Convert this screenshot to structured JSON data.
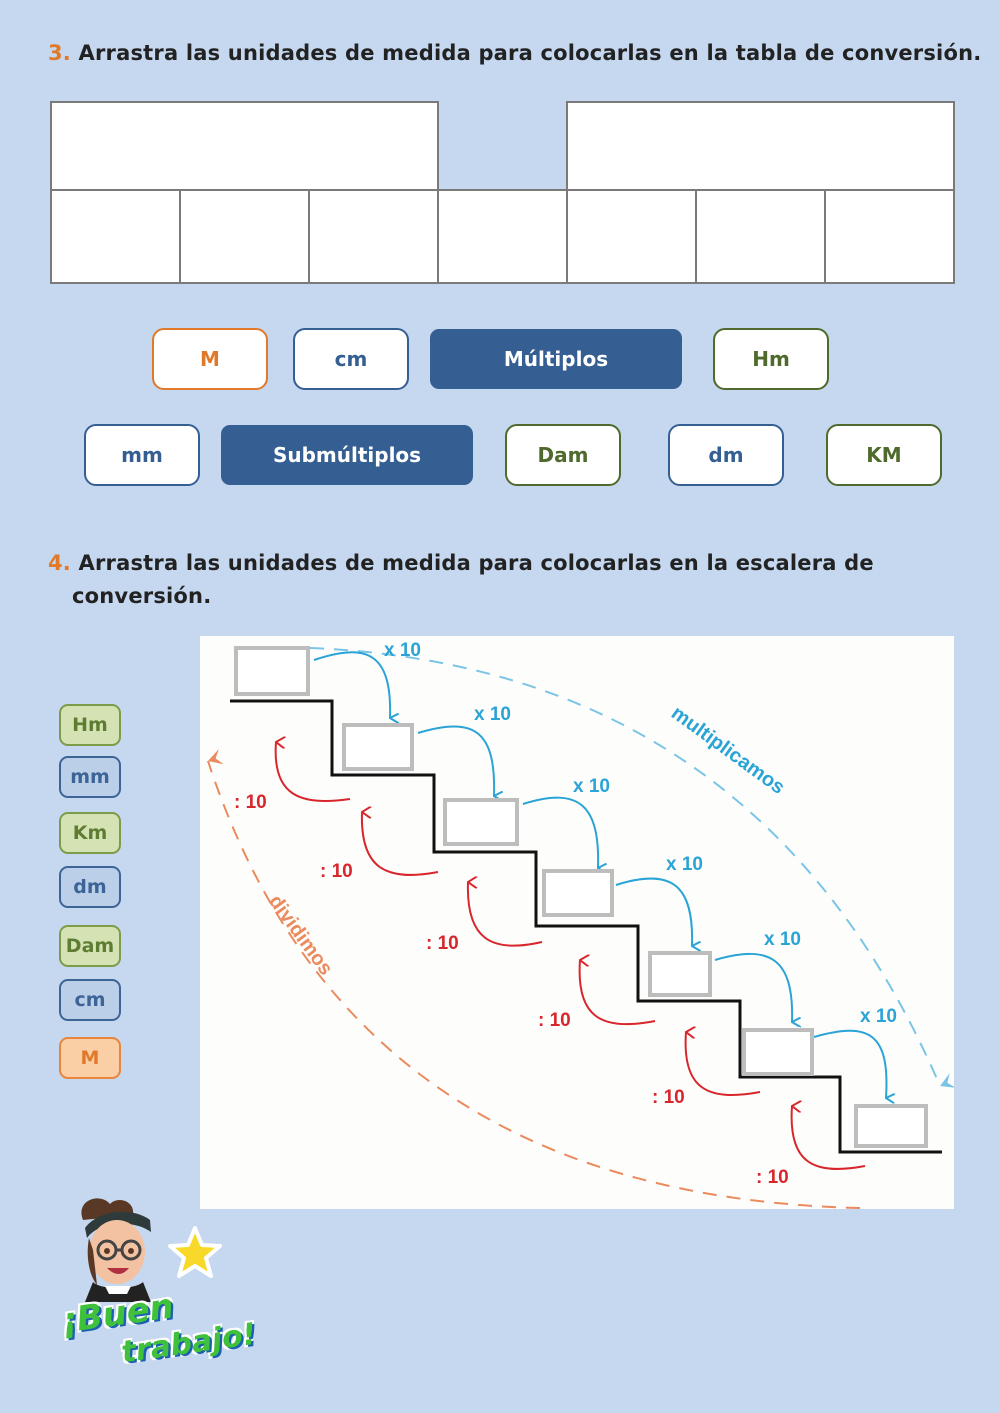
{
  "question3": {
    "number": "3.",
    "text": "Arrastra las unidades de medida para colocarlas en la tabla de conversión."
  },
  "conversion_table": {
    "top_cells": [
      "",
      ""
    ],
    "bottom_cells": [
      "",
      "",
      "",
      "",
      "",
      "",
      ""
    ]
  },
  "chips_q3": [
    {
      "label": "M",
      "style": "orange"
    },
    {
      "label": "cm",
      "style": "blue"
    },
    {
      "label": "Múltiplos",
      "style": "dark"
    },
    {
      "label": "Hm",
      "style": "green"
    },
    {
      "label": "mm",
      "style": "blue"
    },
    {
      "label": "Submúltiplos",
      "style": "dark"
    },
    {
      "label": "Dam",
      "style": "green"
    },
    {
      "label": "dm",
      "style": "blue"
    },
    {
      "label": "KM",
      "style": "green"
    }
  ],
  "question4": {
    "number": "4.",
    "text_line1": "Arrastra las unidades de medida para colocarlas en la escalera de",
    "text_line2": "conversión."
  },
  "chips_q4": [
    {
      "label": "Hm",
      "style": "green"
    },
    {
      "label": "mm",
      "style": "blue"
    },
    {
      "label": "Km",
      "style": "green"
    },
    {
      "label": "dm",
      "style": "blue"
    },
    {
      "label": "Dam",
      "style": "green"
    },
    {
      "label": "cm",
      "style": "blue"
    },
    {
      "label": "M",
      "style": "orange"
    }
  ],
  "staircase": {
    "multiply_label": "x 10",
    "divide_label": ": 10",
    "arc_multiply": "multiplicamos",
    "arc_divide": "dividimos",
    "drop_boxes": 7
  },
  "sticker": {
    "line1": "¡Buen",
    "line2": "trabajo!"
  },
  "colors": {
    "background": "#c5d8ef",
    "orange": "#e07a2a",
    "blue": "#355f92",
    "green": "#4f6a2c",
    "multiply": "#2aa3d6",
    "divide": "#d8262c"
  }
}
